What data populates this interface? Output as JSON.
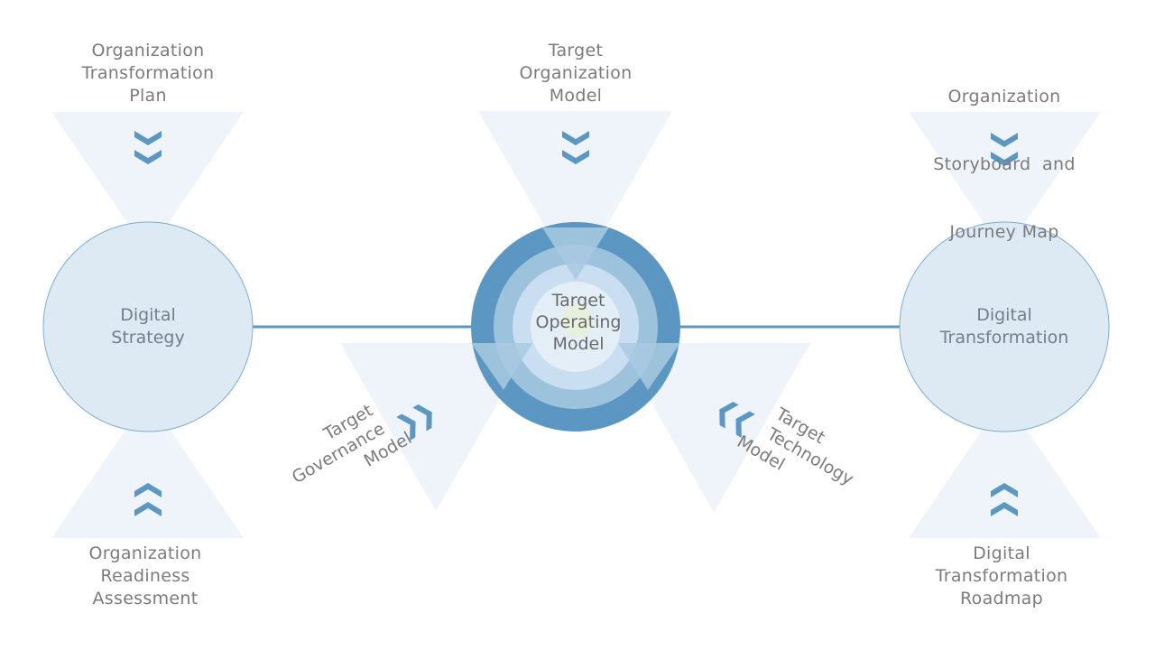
{
  "colors": {
    "pale": "#eef4f9",
    "circle_fill": "#deeaf3",
    "circle_stroke": "#6ea3c7",
    "dark_blue": "#5b97c2",
    "mid_blue": "#9dc2dc",
    "light_blue": "#c9def0",
    "chevron": "#5b97c2",
    "line": "#5b97c2"
  },
  "labels": {
    "org_transformation_plan": [
      "Organization",
      "Transformation",
      "Plan"
    ],
    "target_org_model": [
      "Target",
      "Organization",
      "Model"
    ],
    "storyboard": [
      "Organization",
      "Storyboard  and",
      "Journey Map"
    ],
    "readiness": [
      "Organization",
      "Readiness",
      "Assessment"
    ],
    "roadmap": [
      "Digital",
      "Transformation",
      "Roadmap"
    ],
    "governance": [
      "Target",
      "Governance",
      "Model"
    ],
    "technology": [
      "Target",
      "Technology",
      "Model"
    ]
  },
  "circles": {
    "left": [
      "Digital",
      "Strategy"
    ],
    "right": [
      "Digital",
      "Transformation"
    ]
  },
  "center": [
    "Target",
    "Operating",
    "Model"
  ],
  "icons": {
    "top_left": "double-chevron-down-icon",
    "top_center": "double-chevron-down-icon",
    "top_right": "double-chevron-down-icon",
    "bottom_left": "double-chevron-up-icon",
    "bottom_right": "double-chevron-up-icon",
    "governance": "double-chevron-right-icon",
    "technology": "double-chevron-left-icon"
  }
}
